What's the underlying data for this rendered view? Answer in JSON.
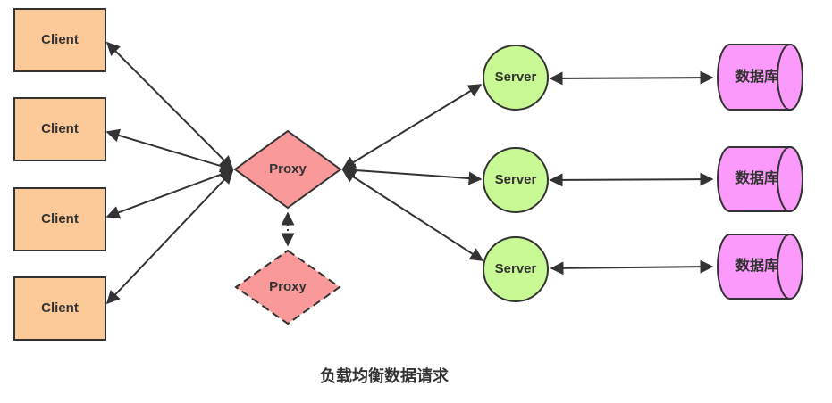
{
  "diagram": {
    "title": "负载均衡数据请求",
    "nodes": {
      "clients": [
        {
          "label": "Client"
        },
        {
          "label": "Client"
        },
        {
          "label": "Client"
        },
        {
          "label": "Client"
        }
      ],
      "proxies": [
        {
          "label": "Proxy",
          "style": "solid"
        },
        {
          "label": "Proxy",
          "style": "dashed"
        }
      ],
      "servers": [
        {
          "label": "Server"
        },
        {
          "label": "Server"
        },
        {
          "label": "Server"
        }
      ],
      "databases": [
        {
          "label": "数据库"
        },
        {
          "label": "数据库"
        },
        {
          "label": "数据库"
        }
      ]
    },
    "edges": [
      {
        "from": "client-1",
        "to": "proxy-1",
        "type": "bidirectional-arrow"
      },
      {
        "from": "client-2",
        "to": "proxy-1",
        "type": "bidirectional-arrow"
      },
      {
        "from": "client-3",
        "to": "proxy-1",
        "type": "bidirectional-arrow"
      },
      {
        "from": "client-4",
        "to": "proxy-1",
        "type": "bidirectional-arrow"
      },
      {
        "from": "proxy-1",
        "to": "server-1",
        "type": "bidirectional-arrow"
      },
      {
        "from": "proxy-1",
        "to": "server-2",
        "type": "bidirectional-arrow"
      },
      {
        "from": "proxy-1",
        "to": "server-3",
        "type": "bidirectional-arrow"
      },
      {
        "from": "proxy-1",
        "to": "proxy-2",
        "type": "bidirectional-dotted-arrow"
      },
      {
        "from": "server-1",
        "to": "database-1",
        "type": "bidirectional-arrow"
      },
      {
        "from": "server-2",
        "to": "database-2",
        "type": "bidirectional-arrow"
      },
      {
        "from": "server-3",
        "to": "database-3",
        "type": "bidirectional-arrow"
      }
    ],
    "colors": {
      "client_fill": "#FCC998",
      "proxy_fill": "#FA9999",
      "server_fill": "#C9F995",
      "database_fill": "#FC9AFC",
      "stroke": "#333333",
      "text": "#333333"
    }
  }
}
